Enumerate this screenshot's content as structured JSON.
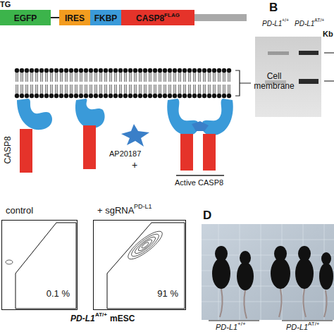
{
  "diagram": {
    "nodes": [
      {
        "text": [
          "EGFP"
        ]
      },
      {
        "text": [
          "IRES"
        ]
      },
      {
        "text": [
          "FKBP"
        ]
      },
      {
        "text": [
          "CASP8",
          "FLAG"
        ]
      },
      {
        "text": [
          "0.1 %"
        ]
      },
      {
        "text": [
          "91 %"
        ]
      }
    ],
    "labels": [
      "TG",
      "Cell membrane",
      "CASP8",
      "AP20187",
      "+",
      "Active CASP8",
      "B",
      "PD-L1",
      "+/+",
      "PD-L1",
      "AT/+",
      "Kb",
      "control",
      "+ sgRNA",
      "PD-L1",
      "PD-L1",
      "AT/+",
      "mESC",
      "D",
      "PD-L1",
      "+/+",
      "PD-L1",
      "AT/+"
    ]
  }
}
